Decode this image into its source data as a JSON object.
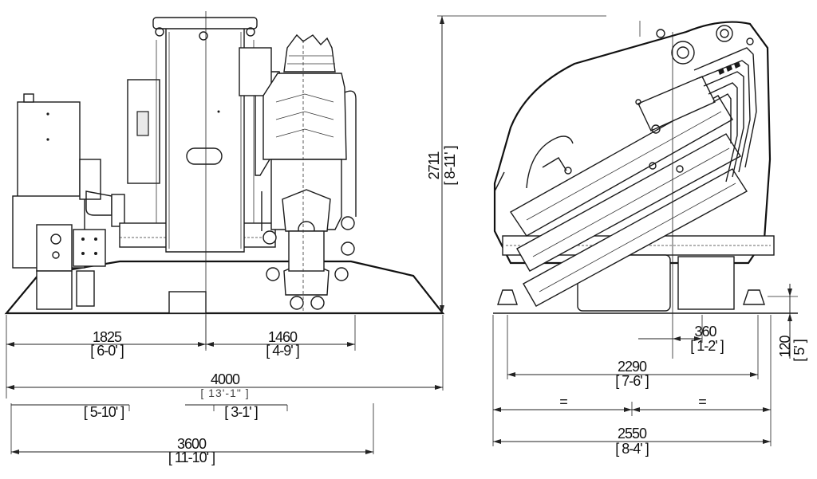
{
  "dimensions": {
    "d1825": {
      "metric": "1825",
      "imperial": "[ 6-0' ]"
    },
    "d1460": {
      "metric": "1460",
      "imperial": "[ 4-9' ]"
    },
    "d4000": {
      "metric": "4000",
      "imperial": "[ 13'-1\" ]"
    },
    "d5_10": {
      "imperial": "[ 5-10' ]"
    },
    "d3_1": {
      "imperial": "[ 3-1' ]"
    },
    "d3600": {
      "metric": "3600",
      "imperial": "[ 11-10' ]"
    },
    "d2711": {
      "metric": "2711",
      "imperial": "[ 8-11' ]"
    },
    "d360": {
      "metric": "360",
      "imperial": "[ 1-2' ]"
    },
    "d2290": {
      "metric": "2290",
      "imperial": "[ 7-6' ]"
    },
    "d2550": {
      "metric": "2550",
      "imperial": "[ 8-4' ]"
    },
    "d120": {
      "metric": "120",
      "imperial": "[ 5' ]"
    },
    "equal_left": "=",
    "equal_right": "="
  }
}
